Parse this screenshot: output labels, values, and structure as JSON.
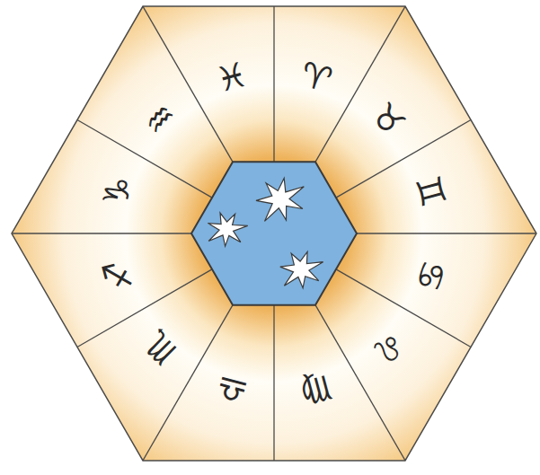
{
  "diagram": {
    "labels": [
      "♓",
      "♈",
      "♉",
      "♊",
      "♋",
      "♌",
      "♍",
      "♎",
      "♏",
      "♐",
      "♑",
      "♒"
    ]
  }
}
